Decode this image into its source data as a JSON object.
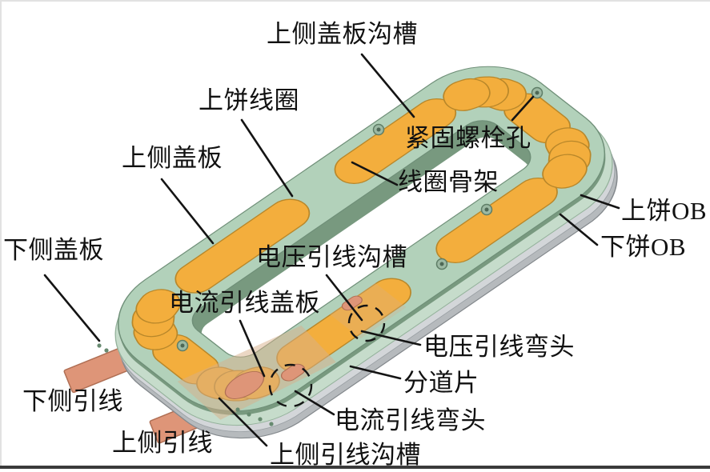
{
  "figure": {
    "type": "cad-annotated-diagram",
    "subject": "racetrack-coil-assembly"
  },
  "colors": {
    "top_face": "#b2d1ba",
    "wall": "#78997f",
    "cover_low": "#c6dccb",
    "ob_light": "#d3d6d9",
    "ob_dark": "#b6babd",
    "coil": "#f3ae3d",
    "coil_edge": "#b8872a",
    "lead": "#de9578",
    "lead_edge": "#b06f54",
    "tan": "#d8af8a",
    "line": "#141414",
    "boss": "#9cb9a3",
    "border_bottom": "#3a3a3a",
    "border_light": "#e2e2e2"
  },
  "labels": {
    "top_cover_groove": "上侧盖板沟槽",
    "upper_coil": "上饼线圈",
    "upper_cover": "上侧盖板",
    "bolt_hole": "紧固螺栓孔",
    "coil_former": "线圈骨架",
    "upper_ob": "上饼OB",
    "lower_ob": "下饼OB",
    "lower_cover": "下侧盖板",
    "voltage_groove": "电压引线沟槽",
    "current_cover": "电流引线盖板",
    "voltage_elbow": "电压引线弯头",
    "divider": "分道片",
    "lower_lead": "下侧引线",
    "upper_lead": "上侧引线",
    "current_elbow": "电流引线弯头",
    "upper_lead_groove": "上侧引线沟槽"
  }
}
